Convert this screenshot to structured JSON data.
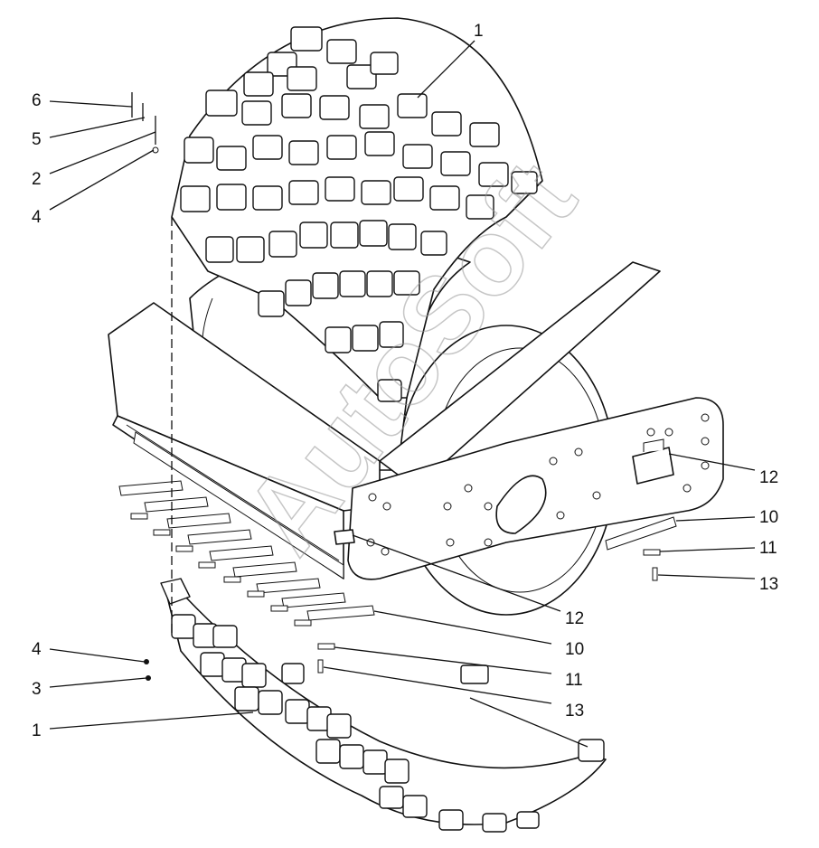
{
  "watermark": "AutoSoft",
  "callouts": [
    {
      "id": "c-1-top",
      "text": "1"
    },
    {
      "id": "c-6",
      "text": "6"
    },
    {
      "id": "c-5",
      "text": "5"
    },
    {
      "id": "c-2",
      "text": "2"
    },
    {
      "id": "c-4-top",
      "text": "4"
    },
    {
      "id": "c-12-right",
      "text": "12"
    },
    {
      "id": "c-10-right",
      "text": "10"
    },
    {
      "id": "c-11-right",
      "text": "11"
    },
    {
      "id": "c-13-right",
      "text": "13"
    },
    {
      "id": "c-12-mid",
      "text": "12"
    },
    {
      "id": "c-10-mid",
      "text": "10"
    },
    {
      "id": "c-11-mid",
      "text": "11"
    },
    {
      "id": "c-13-mid",
      "text": "13"
    },
    {
      "id": "c-4-bottom",
      "text": "4"
    },
    {
      "id": "c-3",
      "text": "3"
    },
    {
      "id": "c-1-bottom",
      "text": "1"
    }
  ]
}
